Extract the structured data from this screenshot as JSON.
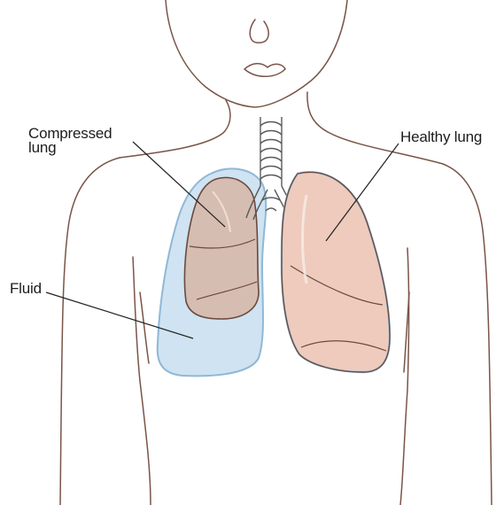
{
  "labels": {
    "compressed_lung": "Compressed\nlung",
    "healthy_lung": "Healthy lung",
    "fluid": "Fluid"
  },
  "colors": {
    "outline": "#7a5448",
    "fluid_fill": "#cfe3f2",
    "fluid_edge": "#8fb8d6",
    "lung_fill": "#e9c9bb",
    "compressed_fill": "#d6bdb1",
    "lung_edge": "#6b4a3e",
    "leader_line": "#222222"
  },
  "icons": {
    "body_outline": "child-torso-outline",
    "trachea": "trachea-rings"
  }
}
